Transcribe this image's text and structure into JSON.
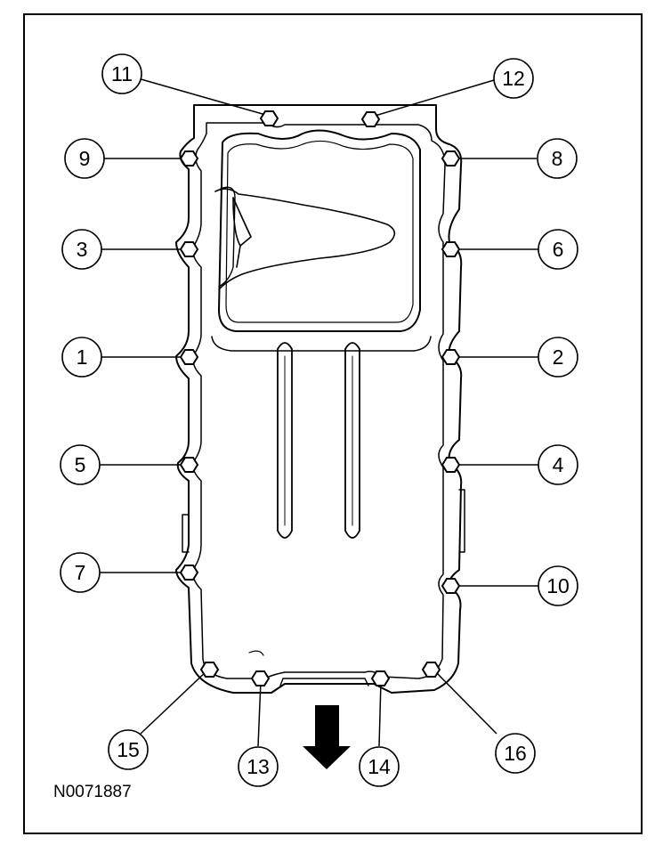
{
  "figure_id": "N0071887",
  "colors": {
    "line": "#000000",
    "background": "#ffffff"
  },
  "callouts": [
    {
      "label": "11",
      "id": "11"
    },
    {
      "label": "12",
      "id": "12"
    },
    {
      "label": "9",
      "id": "9"
    },
    {
      "label": "8",
      "id": "8"
    },
    {
      "label": "3",
      "id": "3"
    },
    {
      "label": "6",
      "id": "6"
    },
    {
      "label": "1",
      "id": "1"
    },
    {
      "label": "2",
      "id": "2"
    },
    {
      "label": "5",
      "id": "5"
    },
    {
      "label": "4",
      "id": "4"
    },
    {
      "label": "7",
      "id": "7"
    },
    {
      "label": "10",
      "id": "10"
    },
    {
      "label": "15",
      "id": "15"
    },
    {
      "label": "13",
      "id": "13"
    },
    {
      "label": "14",
      "id": "14"
    },
    {
      "label": "16",
      "id": "16"
    }
  ],
  "direction_arrow_icon": "arrow-down-icon"
}
